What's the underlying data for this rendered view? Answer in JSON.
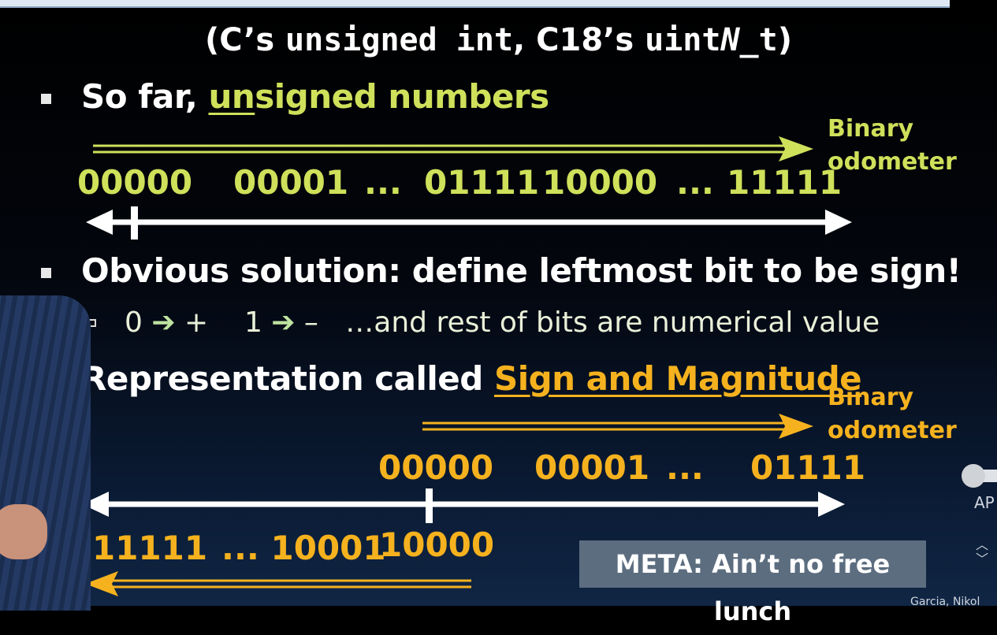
{
  "slide": {
    "title_part1": "(C’s ",
    "title_code1": "unsigned int",
    "title_part2": ", C18’s ",
    "title_code2a": "uint",
    "title_code2b": "N",
    "title_code2c": "_t",
    "title_part3": ")",
    "bullet1_prefix": "So far, ",
    "bullet1_u": "un",
    "bullet1_rest": "signed numbers",
    "odometer_label_line1": "Binary",
    "odometer_label_line2": "odometer",
    "unsigned_numbers": [
      "00000",
      "00001",
      "...",
      "01111",
      "10000",
      "...",
      "11111"
    ],
    "bullet2": "Obvious solution: define leftmost bit to be sign!",
    "sub_zero": "0",
    "sub_plus": "+",
    "sub_one": "1",
    "sub_minus": "–",
    "sub_rest": "…and rest of bits are numerical value",
    "bullet3_prefix": "Representation called ",
    "bullet3_highlight": "Sign and Magnitude",
    "sm_top_numbers": [
      "00000",
      "00001",
      "...",
      "01111"
    ],
    "sm_bottom_left": "11111",
    "sm_bottom_mid": "... 10001",
    "sm_bottom_zero": "10000",
    "meta_box": "META: Ain’t no free lunch"
  },
  "player": {
    "side_label": "AP",
    "credit": "Garcia, Nikol"
  },
  "colors": {
    "green": "#cfe05a",
    "orange": "#f5b21e",
    "meta_bg": "#5c6d80"
  }
}
